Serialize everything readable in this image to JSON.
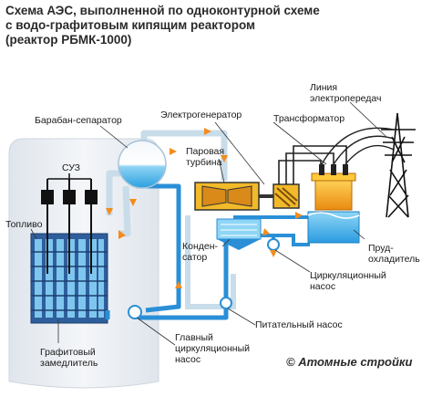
{
  "title": {
    "line1": "Схема АЭС, выполненной по одноконтурной схеме",
    "line2": "с водо-графитовым кипящим реактором",
    "line3": "(реактор РБМК-1000)"
  },
  "labels": {
    "drum_separator": "Барабан-сепаратор",
    "suz": "СУЗ",
    "fuel": "Топливо",
    "graphite_line1": "Графитовый",
    "graphite_line2": "замедлитель",
    "generator": "Электрогенератор",
    "turbine_line1": "Паровая",
    "turbine_line2": "турбина",
    "transformer": "Трансформатор",
    "powerline_line1": "Линия",
    "powerline_line2": "электропередач",
    "condenser_line1": "Конден-",
    "condenser_line2": "сатор",
    "pond_line1": "Пруд-",
    "pond_line2": "охладитель",
    "circ_pump_line1": "Циркуляционный",
    "circ_pump_line2": "насос",
    "feed_pump": "Питательный насос",
    "main_pump_line1": "Главный",
    "main_pump_line2": "циркуляционный",
    "main_pump_line3": "насос"
  },
  "copyright": "© Атомные стройки",
  "colors": {
    "water": "#6ec3ee",
    "pipe_steam": "#c9dcea",
    "pipe_water": "#2a8fd6",
    "generator": "#f2b928",
    "transformer": "#f4a21a",
    "reactor": "#e9edf2",
    "arrow": "#f28c1e"
  }
}
